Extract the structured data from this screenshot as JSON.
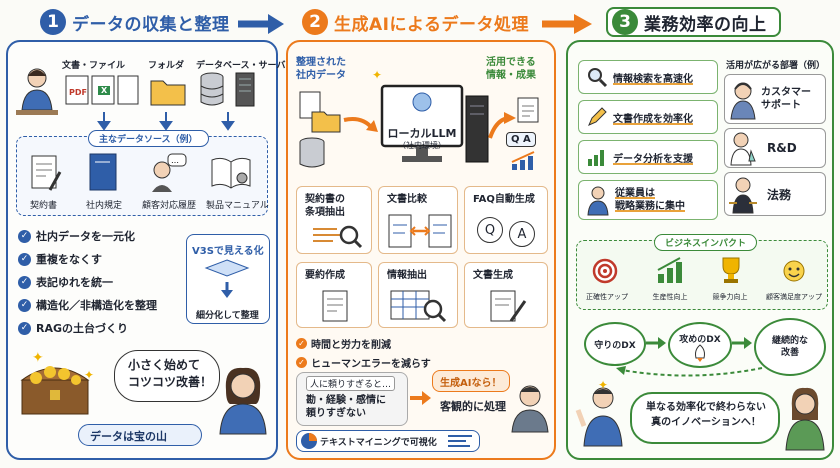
{
  "sections": [
    {
      "num": "1",
      "title": "データの収集と整理"
    },
    {
      "num": "2",
      "title": "生成AIによるデータ処理"
    },
    {
      "num": "3",
      "title": "業務効率の向上"
    }
  ],
  "s1": {
    "sources": [
      "文書・ファイル",
      "フォルダ",
      "データベース・サーバー"
    ],
    "file_tags": [
      "PDF",
      "X"
    ],
    "main_sources_title": "主なデータソース（例）",
    "main_sources": [
      "契約書",
      "社内規定",
      "顧客対応履歴",
      "製品マニュアル"
    ],
    "checklist": [
      "社内データを一元化",
      "重複をなくす",
      "表記ゆれを統一",
      "構造化／非構造化を整理",
      "RAGの土台づくり"
    ],
    "v3s_title": "V3Sで見える化",
    "v3s_sub": "細分化して整理",
    "speech": "小さく始めて\nコツコツ改善！",
    "treasure": "データは宝の山"
  },
  "s2": {
    "input_label": "整理された\n社内データ",
    "output_label": "活用できる\n情報・成果",
    "llm_label": "ローカルLLM",
    "llm_sub": "（社内環境）",
    "qa": "Q A",
    "tasks": [
      "契約書の\n条項抽出",
      "文書比較",
      "FAQ自動生成",
      "要約作成",
      "情報抽出",
      "文書生成"
    ],
    "faq_q": "Q",
    "faq_a": "A",
    "benefits": [
      "時間と労力を削減",
      "ヒューマンエラーを減らす"
    ],
    "human_title": "人に頼りすぎると…",
    "human_body": "勘・経験・感情に\n頼りすぎない",
    "ai_title": "生成AIなら！",
    "ai_body": "客観的に処理",
    "text_mining": "テキストマイニングで可視化"
  },
  "s3": {
    "items": [
      "情報検索を高速化",
      "文書作成を効率化",
      "データ分析を支援",
      "従業員は\n戦略業務に集中"
    ],
    "dept_title": "活用が広がる部署（例）",
    "depts": [
      "カスタマー\nサポート",
      "R&D",
      "法務"
    ],
    "impact_title": "ビジネスインパクト",
    "impacts": [
      "正確性アップ",
      "生産性向上",
      "競争力向上",
      "顧客満足度アップ"
    ],
    "dx": [
      "守りのDX",
      "攻めのDX",
      "継続的な\n改善"
    ],
    "final": "単なる効率化で終わらない\n真のイノベーションへ！"
  },
  "colors": {
    "blue": "#2f5ea8",
    "orange": "#ec7a1c",
    "green": "#3b8a3a"
  }
}
